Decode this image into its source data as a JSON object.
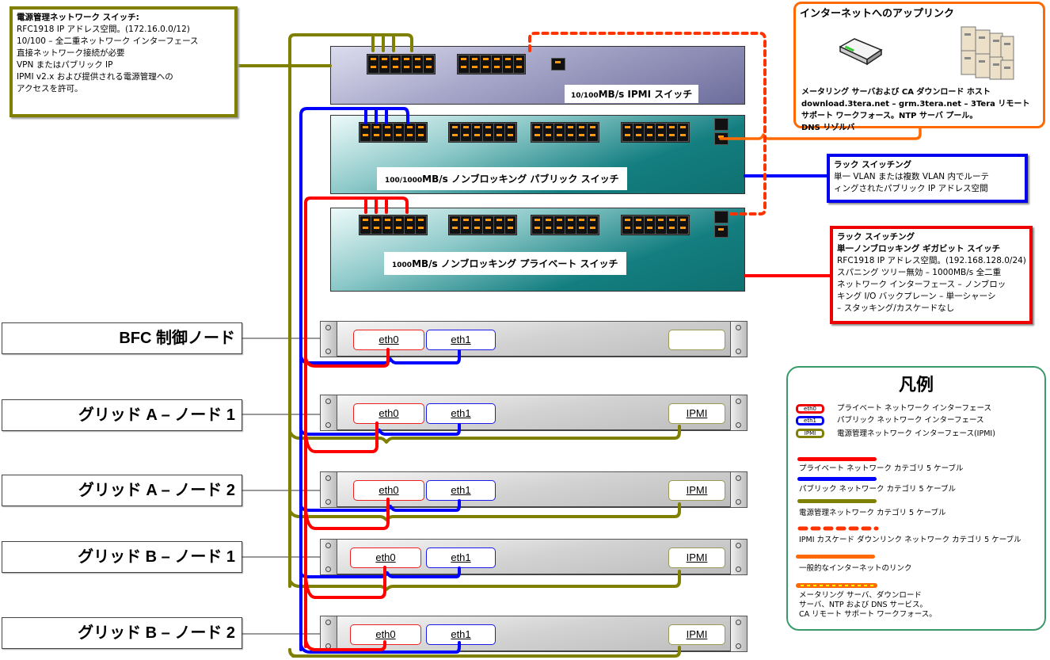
{
  "notes": {
    "power": {
      "lines": [
        "電源管理ネットワーク スイッチ:",
        "RFC1918 IP アドレス空間。(172.16.0.0/12)",
        "10/100 – 全二重ネットワーク インターフェース",
        "直接ネットワーク接続が必要",
        "VPN またはパブリック IP",
        "IPMI v2.x および提供される電源管理への",
        "アクセスを許可。"
      ]
    },
    "internet": {
      "title": "インターネットへのアップリンク",
      "lines": [
        "メータリング サーバおよび CA ダウンロード ホスト",
        "download.3tera.net – grm.3tera.net – 3Tera リモート",
        "サポート ワークフォース。NTP サーバ プール。",
        "DNS リゾルバ"
      ],
      "icons": [
        "router-icon",
        "server-rack-icon"
      ]
    },
    "public": {
      "lines": [
        "ラック スイッチング",
        "単一 VLAN または複数 VLAN 内でルーテ",
        "ィングされたパブリック IP アドレス空間"
      ]
    },
    "private": {
      "lines": [
        "ラック スイッチング",
        "単一ノンブロッキング ギガビット スイッチ",
        "RFC1918 IP アドレス空間。(192.168.128.0/24)",
        "スパニング ツリー無効 – 1000MB/s 全二重",
        "ネットワーク インターフェース – ノンブロッ",
        "キング I/O バックプレーン – 単一シャーシ",
        "– スタッキング/カスケードなし"
      ]
    }
  },
  "switches": {
    "ipmi": {
      "speed": "10/100",
      "unit": "MB/s",
      "name": "IPMI スイッチ"
    },
    "public": {
      "speed": "100/1000",
      "unit": "MB/s",
      "name": "ノンブロッキング パブリック スイッチ"
    },
    "private": {
      "speed": "1000",
      "unit": "MB/s",
      "name": "ノンブロッキング プライベート スイッチ"
    }
  },
  "nodes": [
    {
      "label": "BFC 制御ノード",
      "eth0": "eth0",
      "eth1": "eth1",
      "ipmi": ""
    },
    {
      "label": "グリッド A – ノード 1",
      "eth0": "eth0",
      "eth1": "eth1",
      "ipmi": "IPMI"
    },
    {
      "label": "グリッド A – ノード 2",
      "eth0": "eth0",
      "eth1": "eth1",
      "ipmi": "IPMI"
    },
    {
      "label": "グリッド B – ノード 1",
      "eth0": "eth0",
      "eth1": "eth1",
      "ipmi": "IPMI"
    },
    {
      "label": "グリッド B – ノード 2",
      "eth0": "eth0",
      "eth1": "eth1",
      "ipmi": "IPMI"
    }
  ],
  "legend": {
    "title": "凡例",
    "interfaces": [
      {
        "pill": "eth0",
        "text": "プライベート ネットワーク インターフェース",
        "color": "#ee0000"
      },
      {
        "pill": "eth1",
        "text": "パブリック ネットワーク インターフェース",
        "color": "#0000ee"
      },
      {
        "pill": "IPMI",
        "text": "電源管理ネットワーク インターフェース(IPMI)",
        "color": "#808000"
      }
    ],
    "cables": [
      {
        "text": "プライベート ネットワーク カテゴリ 5 ケーブル",
        "color": "#ff0000",
        "style": "solid"
      },
      {
        "text": "パブリック ネットワーク カテゴリ 5 ケーブル",
        "color": "#0000ff",
        "style": "solid"
      },
      {
        "text": "電源管理ネットワーク カテゴリ 5 ケーブル",
        "color": "#808000",
        "style": "solid"
      },
      {
        "text": "IPMI カスケード ダウンリンク ネットワーク カテゴリ 5 ケーブル",
        "color": "#ff3300",
        "style": "dashed"
      },
      {
        "text": "一般的なインターネットのリンク",
        "color": "#ff6a00",
        "style": "solid"
      },
      {
        "text_lines": [
          "メータリング サーバ、ダウンロード",
          "サーバ、NTP および DNS サービス。",
          "CA リモート サポート ワークフォース。"
        ],
        "color": "#ff6a00",
        "accent": "#ffff00",
        "style": "dotted-overlay"
      }
    ]
  },
  "colors": {
    "private": "#ff0000",
    "public": "#0000ff",
    "power": "#808000",
    "cascade": "#ff3300",
    "internet": "#ff6a00"
  }
}
